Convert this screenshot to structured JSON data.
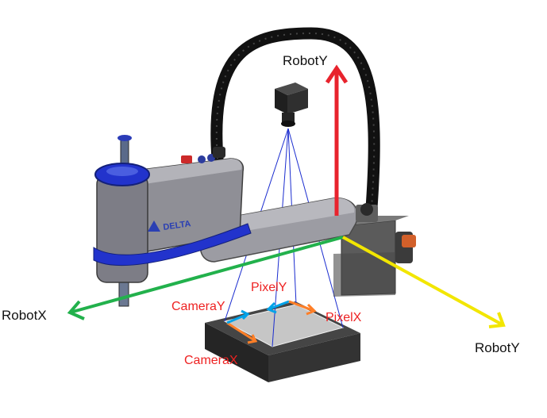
{
  "labels": {
    "robot_y_top": "RobotY",
    "robot_y_right": "RobotY",
    "robot_x": "RobotX",
    "camera_y": "CameraY",
    "camera_x": "CameraX",
    "pixel_y": "PixelY",
    "pixel_x": "PixelX"
  },
  "logo_text": "DELTA",
  "colors": {
    "robot_y_axis_up": "#e8232d",
    "robot_y_axis_right": "#f2e600",
    "robot_x_axis": "#22b14c",
    "camera_x_axis": "#ff7f27",
    "camera_y_axis": "#00a2e8",
    "pixel_x_axis": "#ff7f27",
    "pixel_y_axis": "#00a2e8",
    "label_red": "#ee2222",
    "cable": "#111111",
    "camera_fov": "#1a2ccf"
  }
}
